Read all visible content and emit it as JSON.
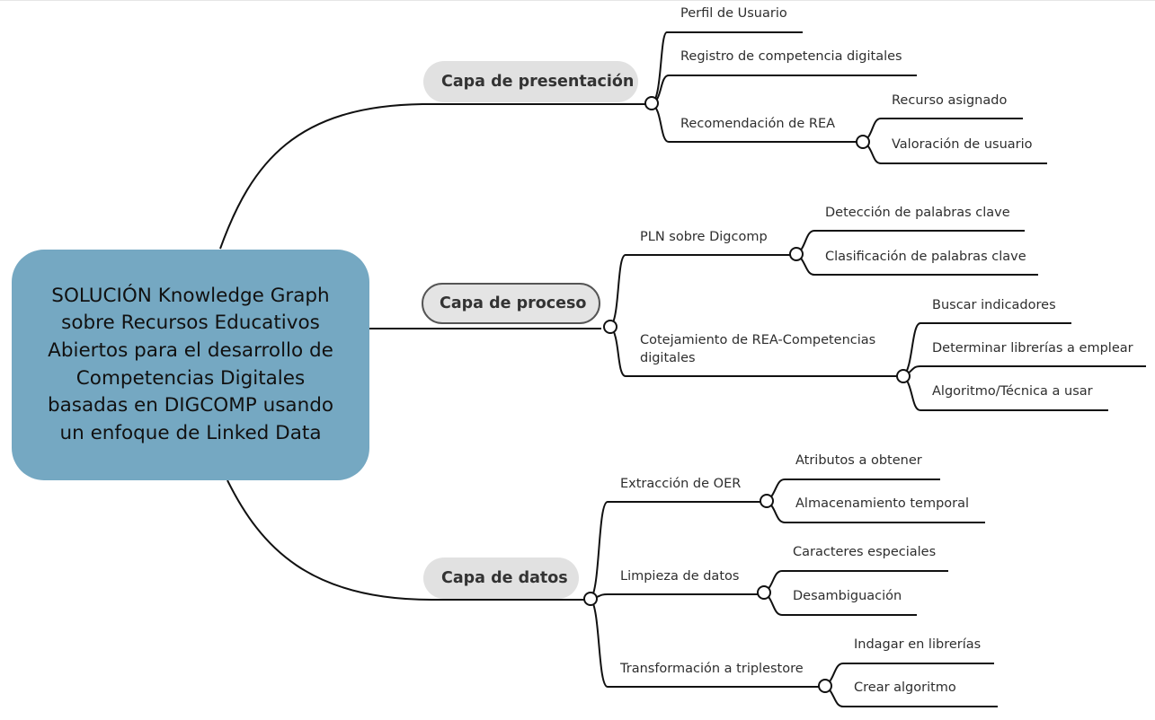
{
  "root": {
    "title": "SOLUCIÓN Knowledge Graph sobre Recursos Educativos Abiertos para el desarrollo de Competencias Digitales basadas en DIGCOMP usando un enfoque de Linked Data"
  },
  "branches": [
    {
      "label": "Capa de presentación",
      "children": [
        {
          "label": "Perfil de Usuario"
        },
        {
          "label": "Registro de competencia digitales"
        },
        {
          "label": "Recomendación de REA",
          "children": [
            {
              "label": "Recurso asignado"
            },
            {
              "label": "Valoración de usuario"
            }
          ]
        }
      ]
    },
    {
      "label": "Capa de proceso",
      "children": [
        {
          "label": "PLN sobre Digcomp",
          "children": [
            {
              "label": "Detección de palabras clave"
            },
            {
              "label": "Clasificación de palabras clave"
            }
          ]
        },
        {
          "label": "Cotejamiento de REA-Competencias digitales",
          "children": [
            {
              "label": "Buscar indicadores"
            },
            {
              "label": "Determinar librerías a emplear"
            },
            {
              "label": "Algoritmo/Técnica a usar"
            }
          ]
        }
      ]
    },
    {
      "label": "Capa de datos",
      "children": [
        {
          "label": "Extracción de OER",
          "children": [
            {
              "label": "Atributos a obtener"
            },
            {
              "label": "Almacenamiento temporal"
            }
          ]
        },
        {
          "label": "Limpieza de datos",
          "children": [
            {
              "label": "Caracteres especiales"
            },
            {
              "label": "Desambiguación"
            }
          ]
        },
        {
          "label": "Transformación a triplestore",
          "children": [
            {
              "label": "Indagar en librerías"
            },
            {
              "label": "Crear algoritmo"
            }
          ]
        }
      ]
    }
  ]
}
